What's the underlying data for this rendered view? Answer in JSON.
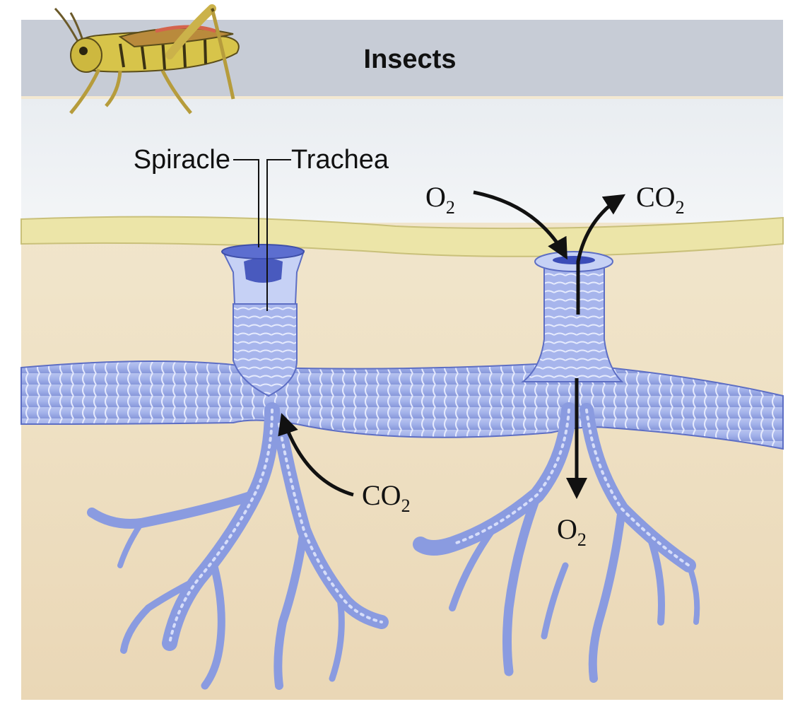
{
  "header": {
    "title": "Insects"
  },
  "labels": {
    "spiracle": "Spiracle",
    "trachea": "Trachea",
    "o2_in": {
      "base": "O",
      "sub": "2"
    },
    "co2_out": {
      "base": "CO",
      "sub": "2"
    },
    "co2_into_trachea": {
      "base": "CO",
      "sub": "2"
    },
    "o2_to_tissue": {
      "base": "O",
      "sub": "2"
    }
  },
  "icons": {
    "grasshopper": "grasshopper-icon"
  },
  "colors": {
    "header_band": "#c7ccd6",
    "cuticle": "#ece5a8",
    "tissue": "#efe2c8",
    "trachea_fill": "#9fb0e8",
    "trachea_stroke": "#5d6ec4",
    "arrow": "#111111"
  }
}
